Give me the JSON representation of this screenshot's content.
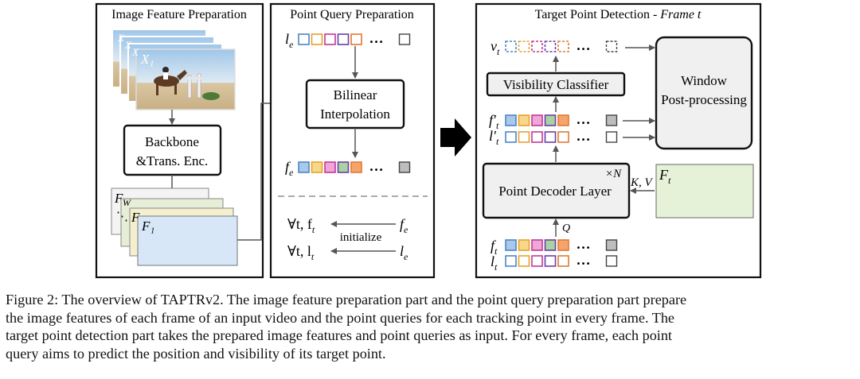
{
  "panels": {
    "image_feature": {
      "title": "Image Feature Preparation",
      "frames": [
        "X",
        "X",
        "X",
        "X₁"
      ],
      "backbone_lines": [
        "Backbone",
        "&Trans. Enc."
      ],
      "feature_maps": [
        "F",
        "F",
        "F₁"
      ],
      "feature_subscript_top": "W",
      "ellipsis": "⋱"
    },
    "point_query": {
      "title": "Point Query Preparation",
      "le": "l",
      "le_sub": "e",
      "bilinear_lines": [
        "Bilinear",
        "Interpolation"
      ],
      "fe": "f",
      "fe_sub": "e",
      "init_rows": [
        {
          "lhs": "∀t, f",
          "lhs_sub": "t",
          "rhs": "f",
          "rhs_sub": "e"
        },
        {
          "lhs": "∀t, l",
          "lhs_sub": "t",
          "rhs": "l",
          "rhs_sub": "e"
        }
      ],
      "initialize_label": "initialize"
    },
    "target_detection": {
      "title_regular": "Target Point Detection - ",
      "title_italic": "Frame t",
      "vt": "v",
      "vt_sub": "t",
      "visibility_label": "Visibility Classifier",
      "ft_prime": "f′",
      "ft_prime_sub": "t",
      "lt_prime": "l′",
      "lt_prime_sub": "t",
      "window_lines": [
        "Window",
        "Post-processing"
      ],
      "decoder_label": "Point Decoder Layer",
      "decoder_repeat": "×N",
      "kv_label": "K, V",
      "Ft": "F",
      "Ft_sub": "t",
      "q_label": "Q",
      "ft": "f",
      "ft_sub": "t",
      "lt": "l",
      "lt_sub": "t"
    }
  },
  "dots": "…",
  "colors": {
    "token_outline": [
      "#4a86c7",
      "#e8a12c",
      "#c0399c",
      "#6a3fa8",
      "#e07a32"
    ],
    "token_fill": [
      "#a9c8ea",
      "#f7d88a",
      "#f0a6d9",
      "#a9d2a0",
      "#f5a56c"
    ],
    "gray_token": "#bdbdbd",
    "feature_map_fills": [
      "#f4f4f4",
      "#e6eed8",
      "#f3efcf",
      "#d7e7f7"
    ],
    "Ft_fill": "#e5f2d8",
    "box_fill": "#f0f0f0"
  },
  "caption": {
    "lines": [
      "Figure 2: The overview of TAPTRv2. The image feature preparation part and the point query preparation part prepare",
      "the image features of each frame of an input video and the point queries for each tracking point in every frame. The",
      "target point detection part takes the prepared image features and point queries as input. For every frame, each point",
      "query aims to predict the position and visibility of its target point."
    ]
  }
}
